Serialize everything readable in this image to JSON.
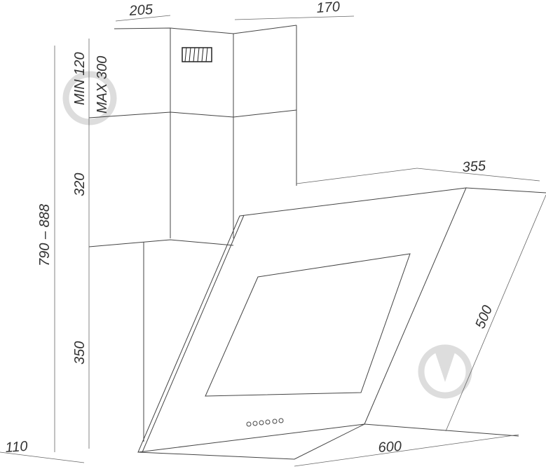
{
  "drawing": {
    "subject": "inclined cooker hood with chimney",
    "dimensions": {
      "chimney_width": "205",
      "chimney_depth": "170",
      "min_label": "MIN 120",
      "max_label": "MAX 300",
      "upper_chimney": "320",
      "lower_chimney": "350",
      "total_height": "790 – 888",
      "glass_depth": "355",
      "glass_height": "500",
      "hood_width": "600",
      "bottom_offset": "110"
    }
  }
}
